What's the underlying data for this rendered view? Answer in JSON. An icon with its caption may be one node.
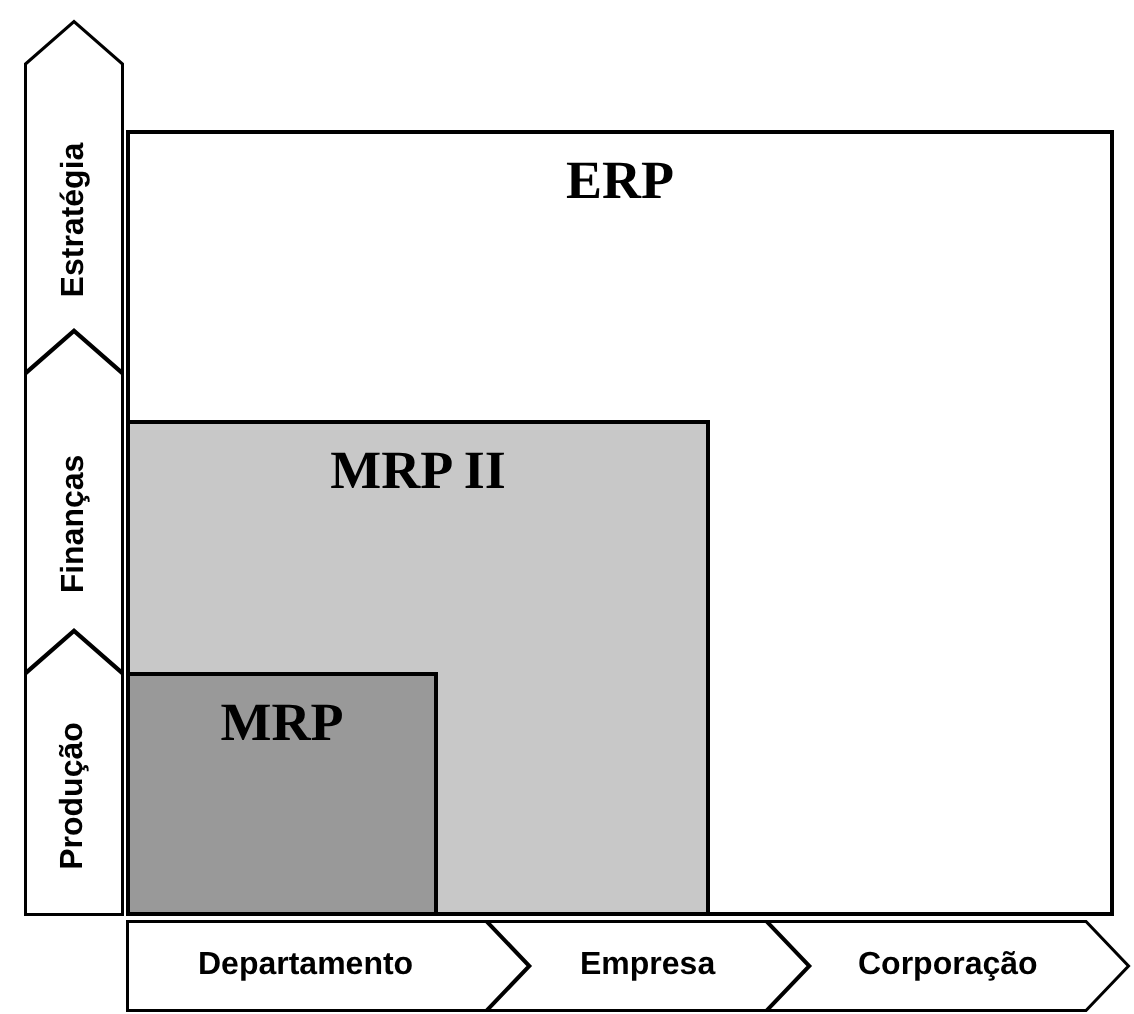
{
  "diagram": {
    "nodes": [
      {
        "text": [
          "ERP"
        ]
      },
      {
        "text": [
          "MRP II"
        ],
        "in": 0
      },
      {
        "text": [
          "MRP"
        ],
        "in": 1
      },
      {
        "text": [
          "Produção"
        ]
      },
      {
        "text": [
          "Finanças"
        ]
      },
      {
        "text": [
          "Estratégia"
        ]
      },
      {
        "text": [
          "Departamento"
        ]
      },
      {
        "text": [
          "Empresa"
        ]
      },
      {
        "text": [
          "Corporação"
        ]
      }
    ]
  }
}
